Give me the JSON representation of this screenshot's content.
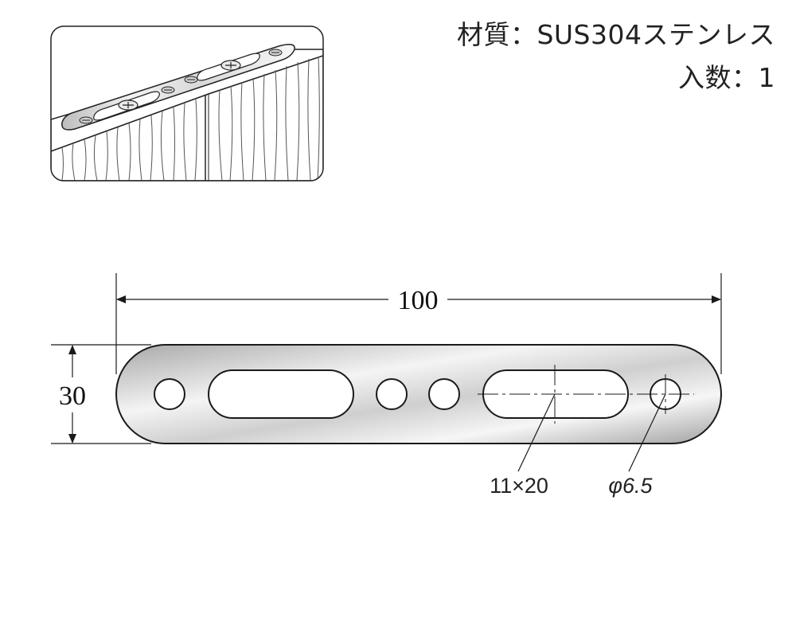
{
  "spec": {
    "material_label": "材質：",
    "material_value": "SUS304ステンレス",
    "quantity_label": "入数：",
    "quantity_value": "1"
  },
  "dimensions": {
    "length": "100",
    "width": "30",
    "slot_size": "11×20",
    "hole_diameter": "φ6.5"
  },
  "colors": {
    "line": "#1a1a1a",
    "metal_light": "#f7f7f7",
    "metal_mid": "#cfcfcf",
    "metal_dark": "#9a9a9a"
  }
}
